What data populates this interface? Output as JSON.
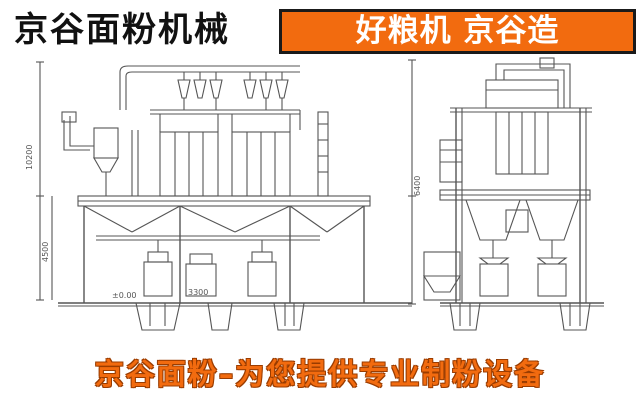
{
  "header": {
    "brand": "京谷面粉机械",
    "slogan": "好粮机 京谷造"
  },
  "drawing": {
    "dim_height_total": "10200",
    "dim_height_lower": "4500",
    "dim_floor": "±0.00",
    "dim_width": "3300",
    "dim_mid": "6400"
  },
  "footer": {
    "tagline": "京谷面粉–为您提供专业制粉设备"
  },
  "colors": {
    "accent": "#f26b0f",
    "line": "#555555"
  }
}
